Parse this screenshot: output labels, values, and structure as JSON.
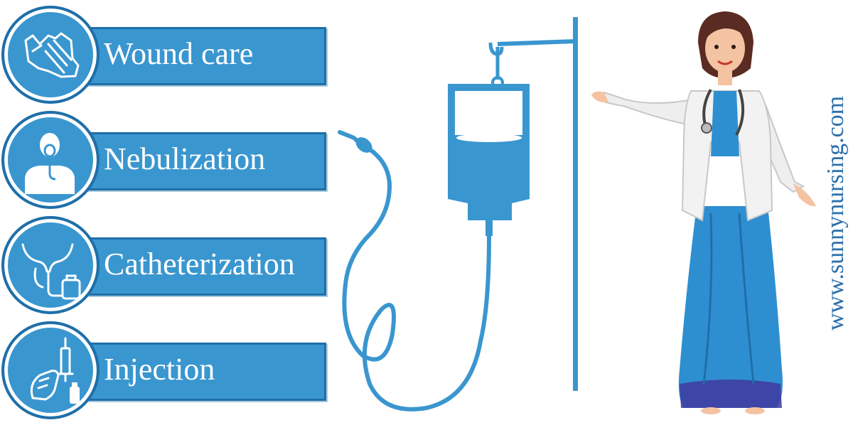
{
  "services": [
    {
      "label": "Wound care",
      "icon": "bandaged-foot-icon"
    },
    {
      "label": "Nebulization",
      "icon": "nebulizer-mask-icon"
    },
    {
      "label": "Catheterization",
      "icon": "catheter-icon"
    },
    {
      "label": "Injection",
      "icon": "syringe-hand-icon"
    }
  ],
  "watermark": "www.sunnynursing.com",
  "colors": {
    "accent": "#3a96cf",
    "accent_dark": "#1f6fa8",
    "saree": "#2e8fd0",
    "watermark": "#2b6fab"
  }
}
